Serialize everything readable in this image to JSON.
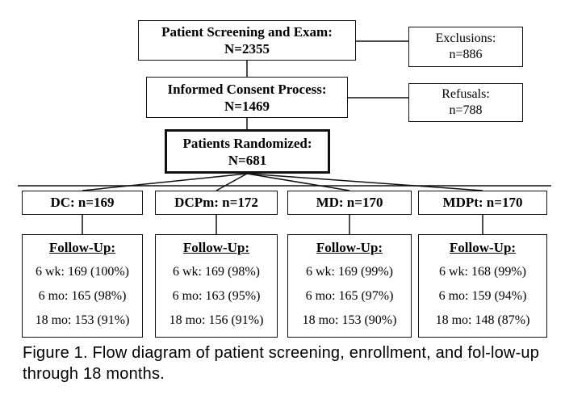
{
  "screening": {
    "line1": "Patient Screening and Exam:",
    "line2": "N=2355"
  },
  "exclusions": {
    "line1": "Exclusions:",
    "line2": "n=886"
  },
  "consent": {
    "line1": "Informed Consent Process:",
    "line2": "N=1469"
  },
  "refusals": {
    "line1": "Refusals:",
    "line2": "n=788"
  },
  "randomized": {
    "line1": "Patients Randomized:",
    "line2": "N=681"
  },
  "arms": [
    {
      "label": "DC: n=169",
      "followup": {
        "heading": "Follow-Up:",
        "rows": [
          "6 wk: 169 (100%)",
          "6 mo: 165 (98%)",
          "18 mo: 153 (91%)"
        ]
      }
    },
    {
      "label": "DCPm: n=172",
      "followup": {
        "heading": "Follow-Up:",
        "rows": [
          "6 wk: 169 (98%)",
          "6 mo: 163 (95%)",
          "18 mo: 156 (91%)"
        ]
      }
    },
    {
      "label": "MD: n=170",
      "followup": {
        "heading": "Follow-Up:",
        "rows": [
          "6 wk: 169 (99%)",
          "6 mo: 165 (97%)",
          "18 mo: 153 (90%)"
        ]
      }
    },
    {
      "label": "MDPt: n=170",
      "followup": {
        "heading": "Follow-Up:",
        "rows": [
          "6 wk: 168 (99%)",
          "6 mo: 159 (94%)",
          "18 mo: 148 (87%)"
        ]
      }
    }
  ],
  "caption": "Figure 1. Flow diagram of patient screening, enrollment, and fol-low-up through 18 months."
}
